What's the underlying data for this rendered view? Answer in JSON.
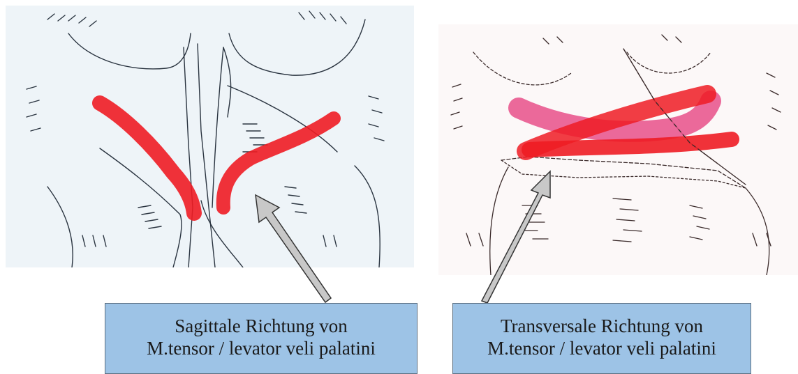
{
  "captions": {
    "left": {
      "line1": "Sagittale Richtung von",
      "line2": "M.tensor / levator veli palatini"
    },
    "right": {
      "line1": "Transversale Richtung von",
      "line2": "M.tensor / levator veli palatini"
    }
  },
  "colors": {
    "caption_fill": "#9dc3e6",
    "muscle_red": "#ee1c24",
    "muscle_pink": "#e8508a",
    "arrow_fill": "#c8c8c8",
    "sketch_ink": "#2a3440"
  },
  "illustrations": {
    "left": "palate-sketch-sagittal",
    "right": "palate-sketch-transversal"
  },
  "pointers": [
    "arrow-icon",
    "arrow-icon"
  ]
}
